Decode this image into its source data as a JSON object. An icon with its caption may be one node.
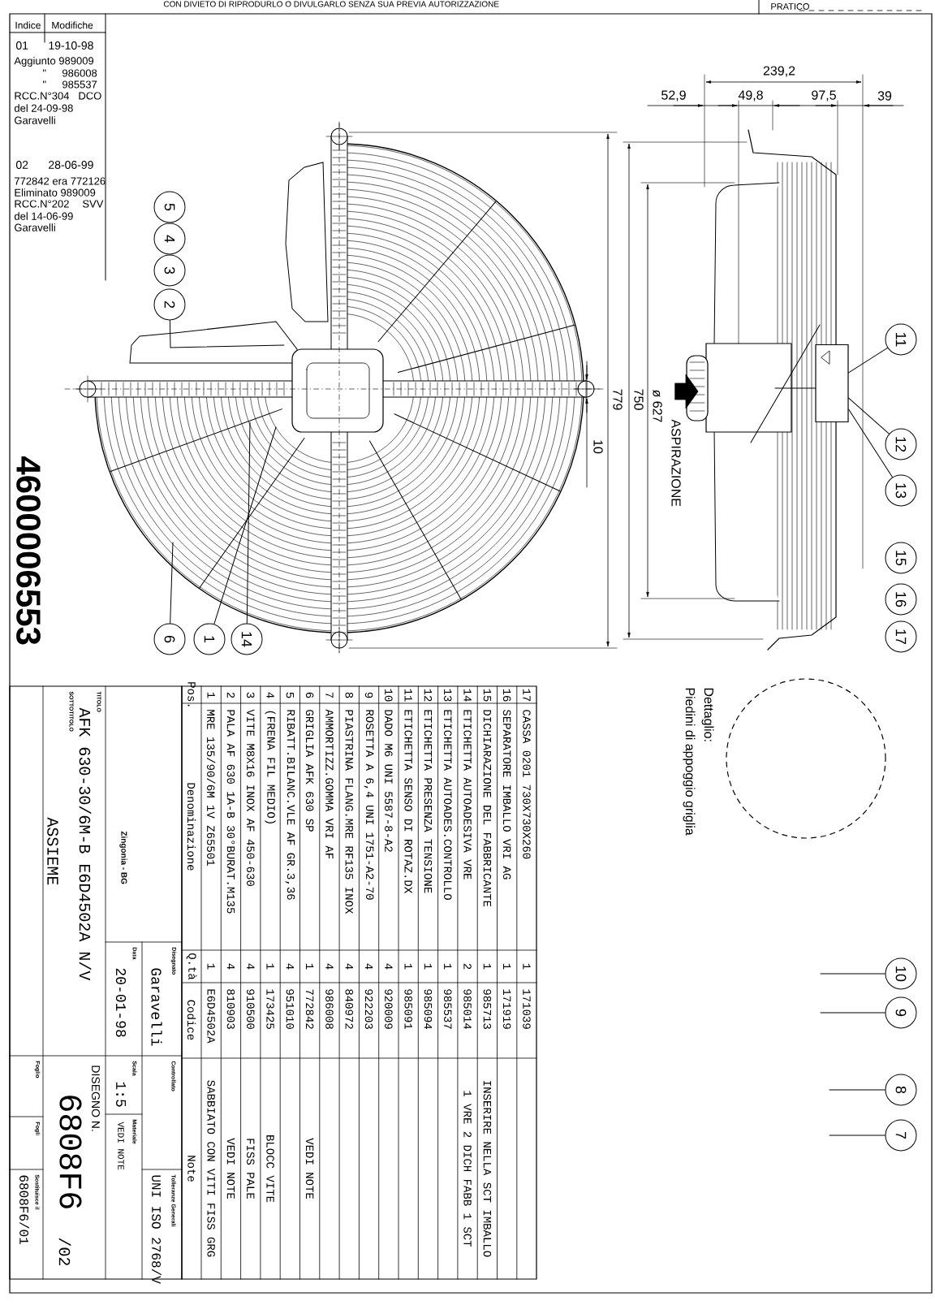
{
  "diagram": {
    "nodes": [
      {
        "text": [
          "5"
        ]
      },
      {
        "text": [
          "4"
        ]
      },
      {
        "text": [
          "3"
        ]
      },
      {
        "text": [
          "2"
        ]
      },
      {
        "text": [
          "6"
        ]
      },
      {
        "text": [
          "1"
        ]
      },
      {
        "text": [
          "14"
        ]
      },
      {
        "text": [
          "11"
        ]
      },
      {
        "text": [
          "12"
        ]
      },
      {
        "text": [
          "13"
        ]
      },
      {
        "text": [
          "15"
        ]
      },
      {
        "text": [
          "16"
        ]
      },
      {
        "text": [
          "17"
        ]
      },
      {
        "text": [
          "10"
        ]
      },
      {
        "text": [
          "9"
        ]
      },
      {
        "text": [
          "8"
        ]
      },
      {
        "text": [
          "7"
        ]
      },
      {
        "text": [],
        "shape": "box"
      },
      {
        "text": [],
        "shape": "circle"
      }
    ],
    "edges": [
      {
        "from": 3,
        "to": null,
        "arrow": "none"
      },
      {
        "from": 4,
        "to": null,
        "arrow": "none"
      },
      {
        "from": 5,
        "to": null,
        "arrow": "none"
      },
      {
        "from": 6,
        "to": null,
        "arrow": "none"
      },
      {
        "from": 7,
        "to": 17,
        "arrow": "none"
      },
      {
        "from": 8,
        "to": 17,
        "arrow": "none"
      },
      {
        "from": 9,
        "to": 17,
        "arrow": "none"
      },
      {
        "from": 13,
        "to": null,
        "arrow": "none"
      },
      {
        "from": 14,
        "to": null,
        "arrow": "none"
      },
      {
        "from": 15,
        "to": null,
        "arrow": "none"
      },
      {
        "from": 16,
        "to": null,
        "arrow": "none"
      }
    ],
    "labels": [
      "CON DIVIETO DI RIPRODURLO O DIVULGARLO SENZA SUA PREVIA AUTORIZZAZIONE",
      "PRATICO",
      "Indice",
      "Modifiche",
      "01",
      "19-10-98",
      "Aggiunto 989009",
      "\"",
      "986008",
      "\"",
      "985537",
      "RCC.N°304",
      "DCO",
      "del 24-09-98",
      "Garavelli",
      "02",
      "28-06-99",
      "772842 era 772126",
      "Eliminato 989009",
      "RCC.N°202",
      "SVV",
      "del 14-06-99",
      "Garavelli",
      "239,2",
      "52,9",
      "49,8",
      "97,5",
      "39",
      "779",
      "750",
      "ø 627",
      "10",
      "ASPIRAZIONE",
      "4600006553",
      "Dettaglio:",
      "Piedini di appoggio griglia",
      "17",
      "CASSA 0201 730X730X260",
      "1",
      "171039",
      "16",
      "SEPARATORE IMBALLO VRI AG",
      "1",
      "171919",
      "15",
      "DICHIARAZIONE DEL FABBRICANTE",
      "1",
      "985713",
      "INSERIRE NELLA SCT IMBALLO",
      "14",
      "ETICHETTA AUTOADESIVA VRE",
      "2",
      "985014",
      "1 VRE 2 DICH FABB 1 SCT",
      "13",
      "ETICHETTA AUTOADES.CONTROLLO",
      "1",
      "985537",
      "12",
      "ETICHETTA PRESENZA TENSIONE",
      "1",
      "985094",
      "11",
      "ETICHETTA SENSO DI ROTAZ.DX",
      "1",
      "985091",
      "10",
      "DADO M6 UNI 5587-8-A2",
      "4",
      "920009",
      "9",
      "ROSETTA A 6,4 UNI 1751-A2-70",
      "4",
      "922203",
      "8",
      "PIASTRINA FLANG.MRE RF135 INOX",
      "4",
      "840972",
      "7",
      "AMMORTIZZ.GOMMA VRI AF",
      "4",
      "986008",
      "6",
      "GRIGLIA AFK 630 SP",
      "1",
      "772842",
      "VEDI NOTE",
      "5",
      "RIBATT.BILANC.VLE AF GR.3,36",
      "4",
      "951010",
      "4",
      "(FRENA FIL MEDIO)",
      "1",
      "173425",
      "BLOCC VITE",
      "3",
      "VITE M8X16 INOX AF 450-630",
      "4",
      "910500",
      "FISS PALE",
      "2",
      "PALA AF 630 1A-B 30°BURAT.M135",
      "4",
      "810903",
      "VEDI NOTE",
      "1",
      "MRE 135/90/6M 1V Z65501",
      "1",
      "E6D4502A",
      "SABBIATO CON VITI FISS GRG",
      "Pos.",
      "Denominazione",
      "Q.tà",
      "Codice",
      "Note",
      "TITOLO",
      "AFK 630-30/6M-B E6D4502A N/V",
      "SOTTOTITOLO",
      "ASSIEME",
      "Zingonia - BG",
      "Disegnato",
      "Garavelli",
      "Data",
      "20-01-98",
      "Controllato",
      "Scala",
      "1:5",
      "Materiale",
      "VEDI NOTE",
      "Tolleranze Generali",
      "UNI ISO 2768/V",
      "DISEGNO N.",
      "6808F6",
      "/02",
      "Foglio",
      "Fogli",
      "Sostituisce il",
      "6808F6/01"
    ]
  }
}
